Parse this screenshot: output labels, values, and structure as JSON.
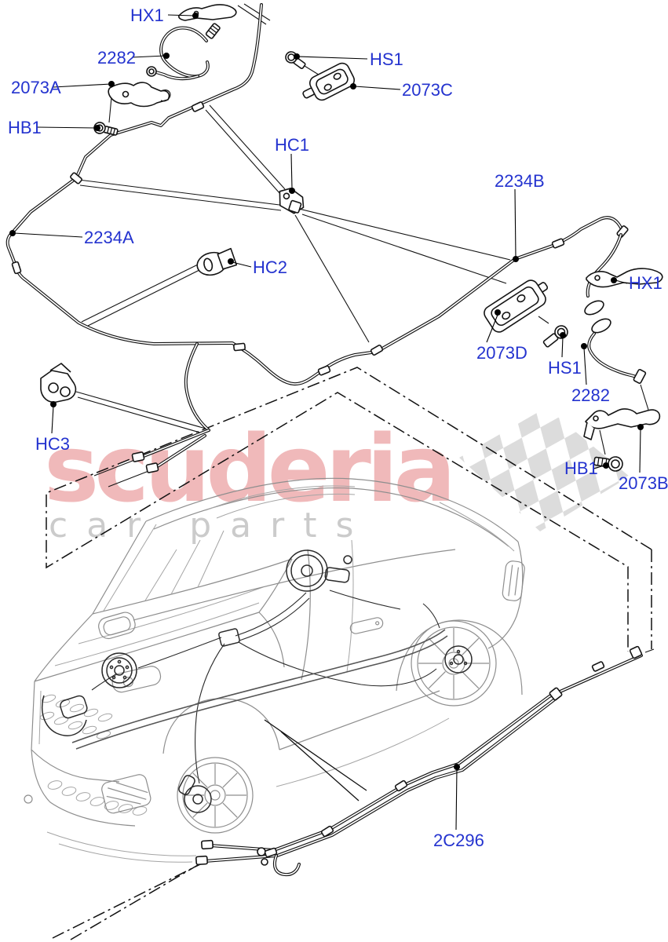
{
  "page": {
    "background": "#ffffff",
    "label_color": "#2433cf"
  },
  "watermark": {
    "brand": "scuderia",
    "tagline": "car parts",
    "brand_color": "#f0b9ba",
    "tagline_color": "#cbcbcb",
    "flag_color": "#dcdcdc"
  },
  "labels": [
    {
      "id": "hx1-top",
      "text": "HX1"
    },
    {
      "id": "2282-left",
      "text": "2282"
    },
    {
      "id": "2073a",
      "text": "2073A"
    },
    {
      "id": "hb1-left",
      "text": "HB1"
    },
    {
      "id": "hc1",
      "text": "HC1"
    },
    {
      "id": "hs1-top",
      "text": "HS1"
    },
    {
      "id": "2073c",
      "text": "2073C"
    },
    {
      "id": "2234a",
      "text": "2234A"
    },
    {
      "id": "hc2",
      "text": "HC2"
    },
    {
      "id": "2234b",
      "text": "2234B"
    },
    {
      "id": "hx1-right",
      "text": "HX1"
    },
    {
      "id": "2073d",
      "text": "2073D"
    },
    {
      "id": "hs1-right",
      "text": "HS1"
    },
    {
      "id": "2282-right",
      "text": "2282"
    },
    {
      "id": "hc3",
      "text": "HC3"
    },
    {
      "id": "hb1-right",
      "text": "HB1"
    },
    {
      "id": "2073b",
      "text": "2073B"
    },
    {
      "id": "2c296",
      "text": "2C296"
    }
  ]
}
